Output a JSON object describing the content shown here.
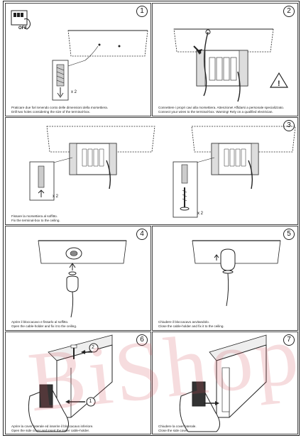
{
  "steps": [
    {
      "number": "1",
      "caption_it": "Praticare due fori tenendo conto delle dimensioni della morsettiera.",
      "caption_en": "Drill two holes considering the size of the terminal-box.",
      "qty": "x 2"
    },
    {
      "number": "2",
      "caption_it": "Connettere i propri cavi alla morsettiera. Attenzione! Affidarsi a personale specializzato.",
      "caption_en": "Connect your wires to the terminal-box. Warning! Rely on a qualified electrician."
    },
    {
      "number": "3",
      "caption_it": "Fissare la morsettiera al soffitto.",
      "caption_en": "Fix the terminal-box to the ceiling.",
      "qty_left": "x 2",
      "qty_right": "x 2"
    },
    {
      "number": "4",
      "caption_it": "Aprire il bloccacavo e fissarlo al soffitto.",
      "caption_en": "Open the cable-holder and fix it to the ceiling."
    },
    {
      "number": "5",
      "caption_it": "Chiudere il bloccacavo avvitandolo.",
      "caption_en": "Close the cable-holder and fix it to the ceiling."
    },
    {
      "number": "6",
      "caption_it": "Aprire la cover laterale ed inserire il bloccacavo inferiore.",
      "caption_en": "Open the side cover and insert the lower cable-holder.",
      "arrow_1": "1",
      "arrow_2": "2"
    },
    {
      "number": "7",
      "caption_it": "Chiudere la cover laterale.",
      "caption_en": "Close the side cover."
    }
  ],
  "switch_label": "OFF",
  "watermark": "BiShop",
  "colors": {
    "line": "#222222",
    "watermark": "#d2505a"
  }
}
